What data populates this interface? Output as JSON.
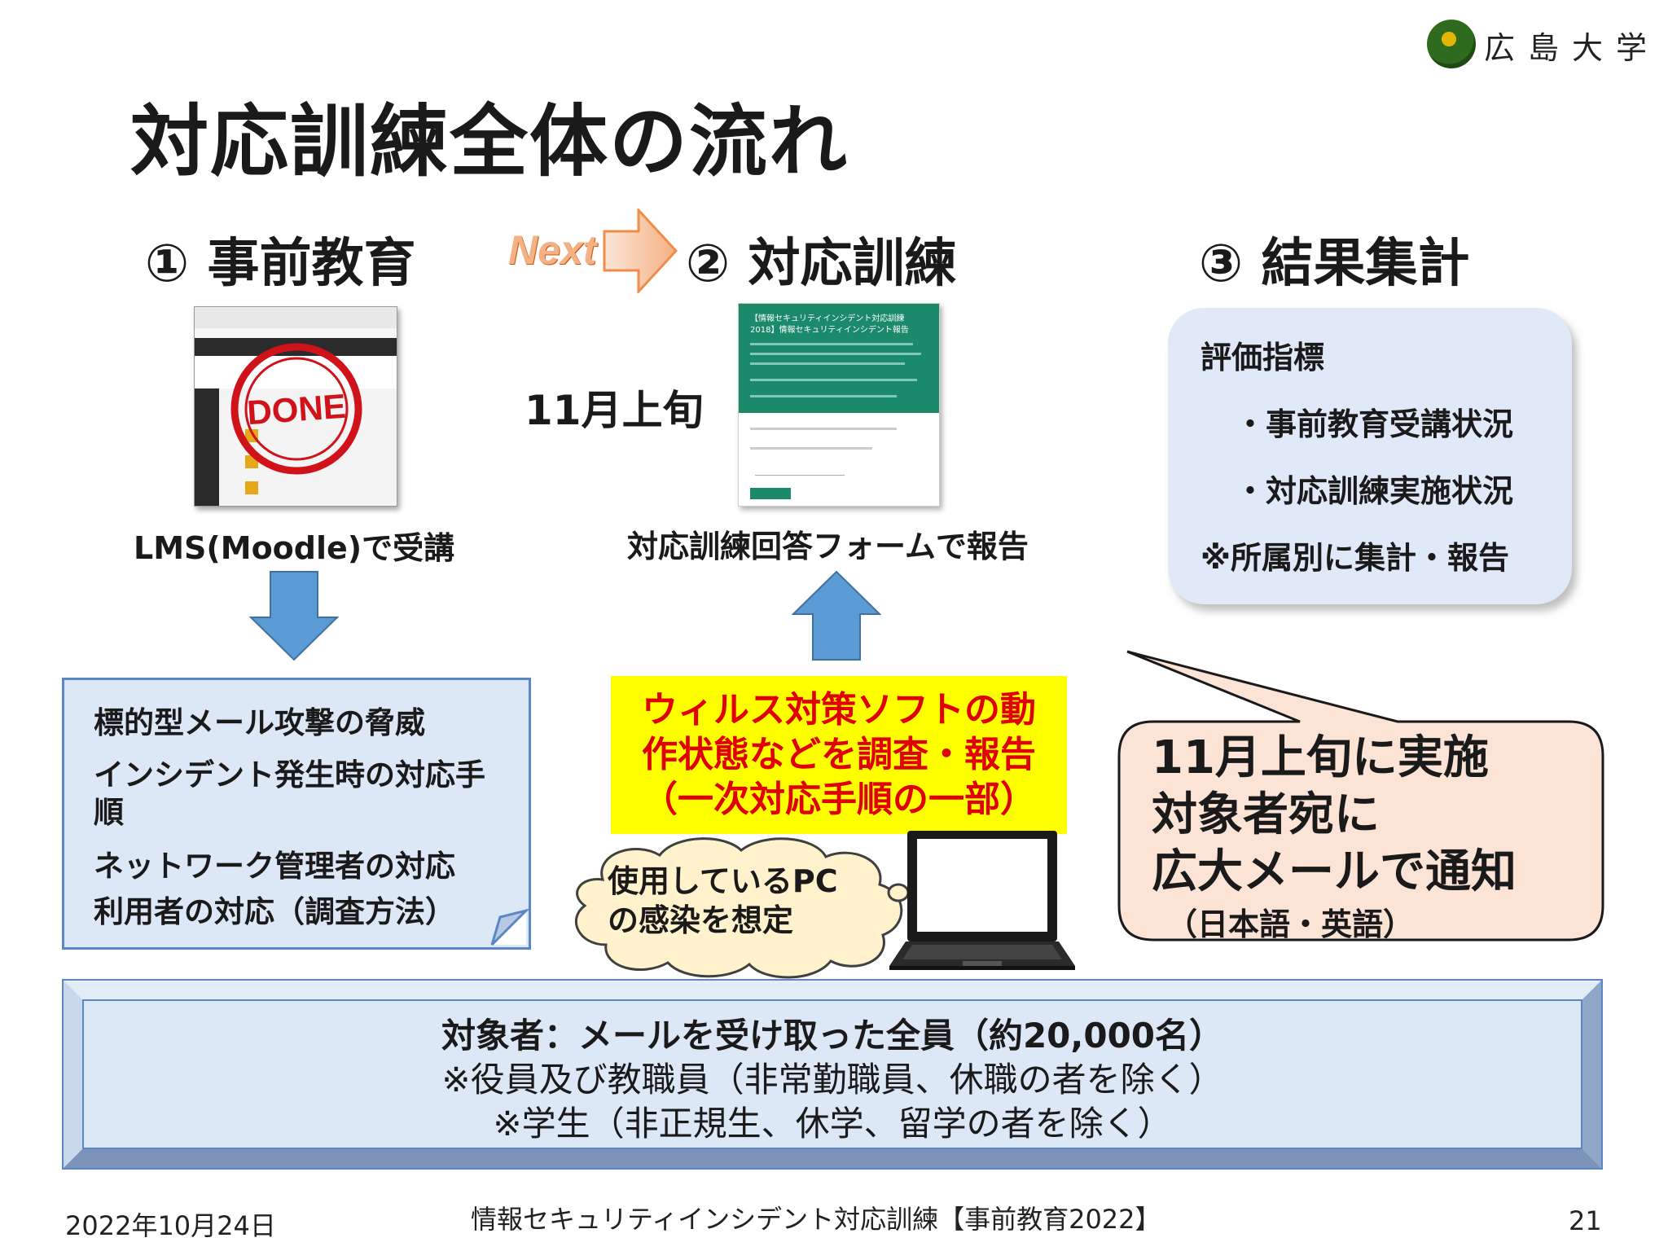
{
  "logo": {
    "text": "広島大学"
  },
  "page_title": "対応訓練全体の流れ",
  "steps": {
    "step1": "① 事前教育",
    "next": "Next",
    "step2": "② 対応訓練",
    "step3": "③ 結果集計"
  },
  "lms": {
    "stamp": "DONE",
    "caption": "LMS(Moodle)で受講"
  },
  "form": {
    "header": "【情報セキュリティインシデント対応訓練2018】情報セキュリティインシデント報告",
    "caption": "対応訓練回答フォームで報告"
  },
  "date_early": "11月上旬",
  "results": {
    "heading": "評価指標",
    "item1": "・事前教育受講状況",
    "item2": "・対応訓練実施状況",
    "note": "※所属別に集計・報告"
  },
  "pre_education": {
    "item1": "標的型メール攻撃の脅威",
    "item2": "インシデント発生時の対応手順",
    "item3": "ネットワーク管理者の対応",
    "item4": "利用者の対応（調査方法）"
  },
  "yellow": {
    "line1": "ウィルス対策ソフトの動",
    "line2": "作状態などを調査・報告",
    "line3": "（一次対応手順の一部）"
  },
  "cloud": {
    "line1": "使用しているPC",
    "line2": "の感染を想定"
  },
  "callout": {
    "line1": "11月上旬に実施",
    "line2": "対象者宛に",
    "line3": "広大メールで通知",
    "line4": "（日本語・英語）"
  },
  "target": {
    "line1": "対象者：メールを受け取った全員（約20,000名）",
    "line2": "※役員及び教職員（非常勤職員、休職の者を除く）",
    "line3": "※学生（非正規生、休学、留学の者を除く）"
  },
  "footer": {
    "date": "2022年10月24日",
    "title": "情報セキュリティインシデント対応訓練【事前教育2022】",
    "page": "21"
  },
  "colors": {
    "accent_blue": "#5b9bd5",
    "box_blue": "#dde8f6",
    "yellow": "#ffff00",
    "red_text": "#e00000",
    "callout_fill": "#fbe3d6",
    "cloud_fill": "#fff2cc"
  }
}
